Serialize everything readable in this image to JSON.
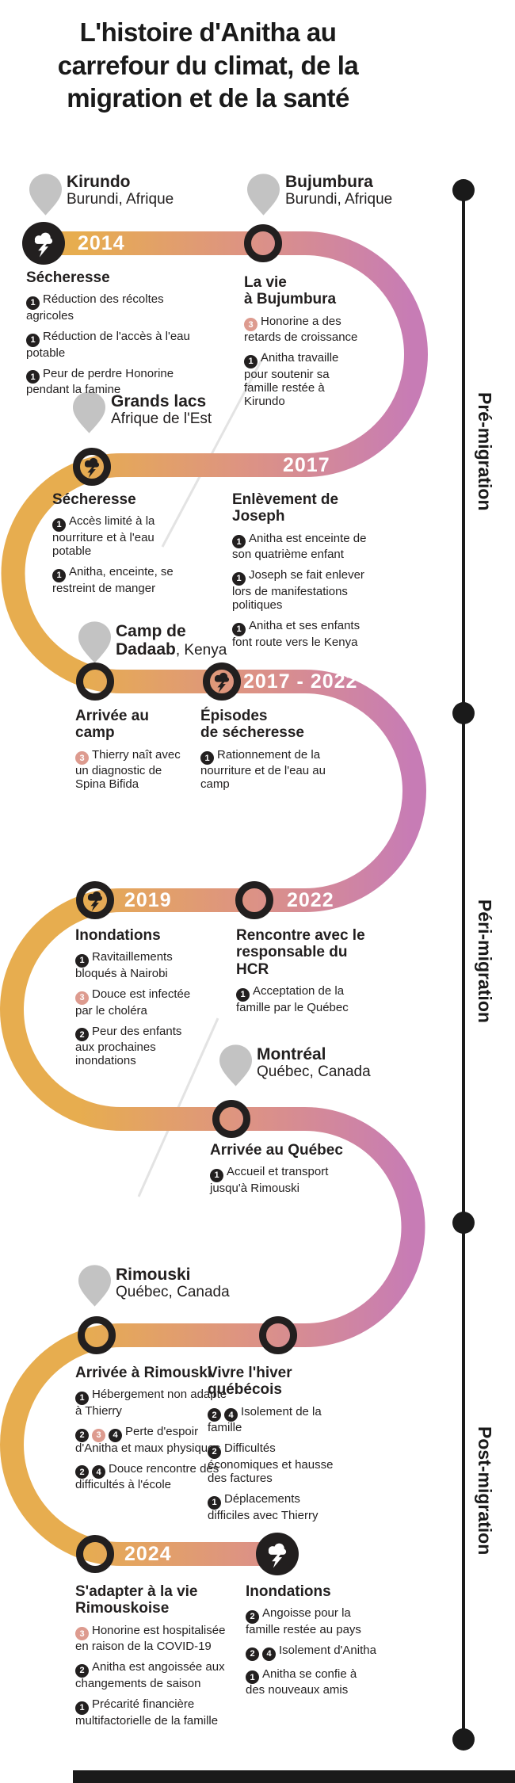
{
  "title": {
    "lines": [
      "L'histoire d'Anitha au",
      "carrefour du climat, de la",
      "migration et de la santé"
    ]
  },
  "phases": [
    {
      "label": "Pré-migration"
    },
    {
      "label": "Péri-migration"
    },
    {
      "label": "Post-migration"
    }
  ],
  "locations": {
    "kirundo": {
      "name": "Kirundo",
      "sub": "Burundi, Afrique"
    },
    "bujumbura": {
      "name": "Bujumbura",
      "sub": "Burundi, Afrique"
    },
    "grandslacs": {
      "name": "Grands lacs",
      "sub": "Afrique de l'Est"
    },
    "dadaab": {
      "line1": "Camp de",
      "line2_bold": "Dadaab",
      "line2_rest": ", Kenya"
    },
    "montreal": {
      "name": "Montréal",
      "sub": "Québec, Canada"
    },
    "rimouski": {
      "name": "Rimouski",
      "sub": "Québec, Canada"
    }
  },
  "years": {
    "y2014": "2014",
    "y2017": "2017",
    "range_2017_2022": "2017 - 2022",
    "y2019": "2019",
    "y2022": "2022",
    "y2024": "2024"
  },
  "events": [
    {
      "heading": "Sécheresse",
      "bullets": [
        {
          "badges": [
            "1"
          ],
          "text": "Réduction des récoltes agricoles"
        },
        {
          "badges": [
            "1"
          ],
          "text": "Réduction de l'accès à l'eau potable"
        },
        {
          "badges": [
            "1"
          ],
          "text": "Peur de perdre Honorine pendant la famine"
        }
      ]
    },
    {
      "heading": "La vie\nà Bujumbura",
      "bullets": [
        {
          "badges": [
            "3"
          ],
          "text": "Honorine a des retards de croissance"
        },
        {
          "badges": [
            "1"
          ],
          "text": "Anitha travaille pour soutenir sa famille restée à Kirundo"
        }
      ]
    },
    {
      "heading": "Sécheresse",
      "bullets": [
        {
          "badges": [
            "1"
          ],
          "text": "Accès limité à la nourriture et à l'eau potable"
        },
        {
          "badges": [
            "1"
          ],
          "text": "Anitha, enceinte, se restreint de manger"
        }
      ]
    },
    {
      "heading": "Enlèvement de Joseph",
      "bullets": [
        {
          "badges": [
            "1"
          ],
          "text": "Anitha est enceinte de son quatrième enfant"
        },
        {
          "badges": [
            "1"
          ],
          "text": "Joseph se fait enlever lors de manifestations politiques"
        },
        {
          "badges": [
            "1"
          ],
          "text": "Anitha et ses enfants font route vers le Kenya"
        }
      ]
    },
    {
      "heading": "Arrivée au\ncamp",
      "bullets": [
        {
          "badges": [
            "3"
          ],
          "text": "Thierry naît avec un diagnostic de Spina Bifida"
        }
      ]
    },
    {
      "heading": "Épisodes\nde sécheresse",
      "bullets": [
        {
          "badges": [
            "1"
          ],
          "text": "Rationnement de la nourriture et de l'eau au camp"
        }
      ]
    },
    {
      "heading": "Inondations",
      "bullets": [
        {
          "badges": [
            "1"
          ],
          "text": "Ravitaillements bloqués à Nairobi"
        },
        {
          "badges": [
            "3"
          ],
          "text": "Douce est infectée par le choléra"
        },
        {
          "badges": [
            "2"
          ],
          "text": "Peur des enfants aux prochaines inondations"
        }
      ]
    },
    {
      "heading": "Rencontre avec le\nresponsable du HCR",
      "bullets": [
        {
          "badges": [
            "1"
          ],
          "text": "Acceptation de la famille par le Québec"
        }
      ]
    },
    {
      "heading": "Arrivée au Québec",
      "bullets": [
        {
          "badges": [
            "1"
          ],
          "text": "Accueil et transport jusqu'à Rimouski"
        }
      ]
    },
    {
      "heading": "Arrivée à Rimouski",
      "bullets": [
        {
          "badges": [
            "1"
          ],
          "text": "Hébergement non adapté à Thierry"
        },
        {
          "badges": [
            "2",
            "3",
            "4"
          ],
          "text": "Perte d'espoir d'Anitha et maux physiques"
        },
        {
          "badges": [
            "2",
            "4"
          ],
          "text": "Douce rencontre des difficultés à l'école"
        }
      ]
    },
    {
      "heading": "Vivre l'hiver québécois",
      "bullets": [
        {
          "badges": [
            "2",
            "4"
          ],
          "text": "Isolement de la famille"
        },
        {
          "badges": [
            "2"
          ],
          "text": "Difficultés économiques et hausse des factures"
        },
        {
          "badges": [
            "1"
          ],
          "text": "Déplacements difficiles avec Thierry"
        }
      ]
    },
    {
      "heading": "S'adapter à la vie\nRimouskoise",
      "bullets": [
        {
          "badges": [
            "3"
          ],
          "text": "Honorine est hospitalisée en raison de la COVID-19"
        },
        {
          "badges": [
            "2"
          ],
          "text": "Anitha est angoissée aux changements de saison"
        },
        {
          "badges": [
            "1"
          ],
          "text": "Précarité financière multifactorielle de la famille"
        }
      ]
    },
    {
      "heading": "Inondations",
      "bullets": [
        {
          "badges": [
            "2"
          ],
          "text": "Angoisse pour la famille restée au pays"
        },
        {
          "badges": [
            "2",
            "4"
          ],
          "text": "Isolement d'Anitha"
        },
        {
          "badges": [
            "1"
          ],
          "text": "Anitha se confie à des nouveaux amis"
        }
      ]
    }
  ],
  "badge_colors": {
    "1": "#221F1F",
    "2": "#221F1F",
    "3": "#DD9B8F",
    "4": "#221F1F"
  },
  "colors": {
    "band_orange": "#E7AD4F",
    "band_salmon": "#DD9383",
    "band_pink": "#C77CB5",
    "badge_dark": "#221F1F",
    "badge_pink": "#DD9B8F",
    "pin_gray": "#C3C3C3",
    "year_text": "#FFFFFF",
    "rail_black": "#1A1A1A",
    "divider_gray": "#E3E3E3"
  },
  "icons": {
    "storm": "storm-cloud-lightning-icon",
    "pin": "location-pin-icon",
    "node": "timeline-node-ring"
  }
}
